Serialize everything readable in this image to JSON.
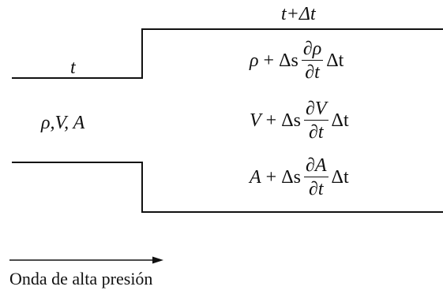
{
  "labels": {
    "time_before": "t",
    "time_after": "t+Δt",
    "state_left": "ρ,V, A",
    "caption": "Onda de alta presión"
  },
  "equations": [
    {
      "var": "ρ",
      "plus": "+",
      "ds": "Δs",
      "num": "∂ρ",
      "den": "∂t",
      "dt": "Δt"
    },
    {
      "var": "V",
      "plus": "+",
      "ds": "Δs",
      "num": "∂V",
      "den": "∂t",
      "dt": "Δt"
    },
    {
      "var": "A",
      "plus": "+",
      "ds": "Δs",
      "num": "∂A",
      "den": "∂t",
      "dt": "Δt"
    }
  ]
}
